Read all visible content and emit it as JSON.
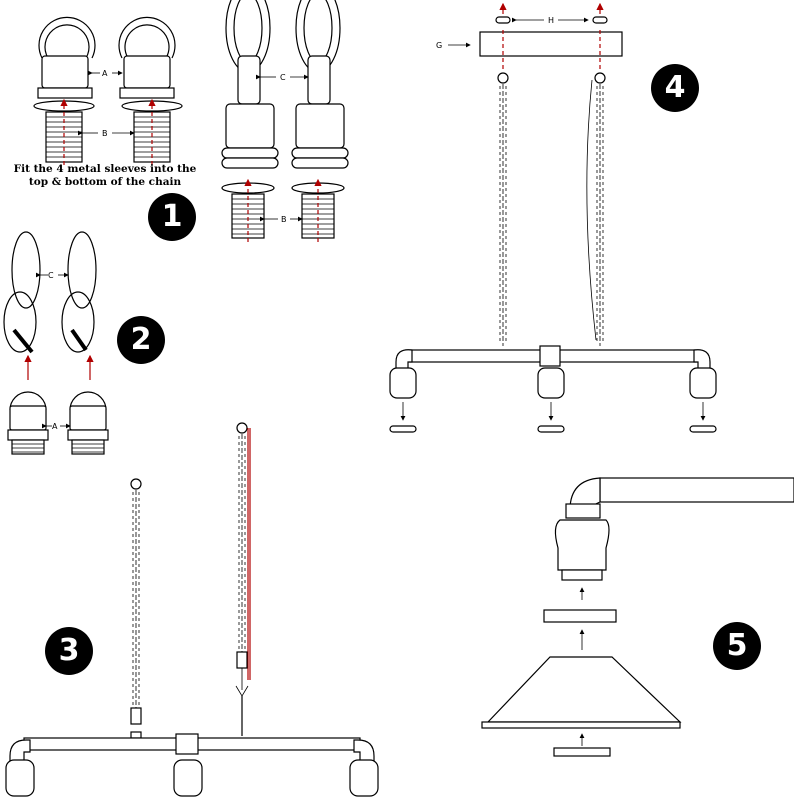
{
  "steps": [
    "1",
    "2",
    "3",
    "4",
    "5"
  ],
  "caption": {
    "line1": "Fit the 4 metal sleeves into the",
    "line2": "top & bottom of the chain"
  },
  "labels": {
    "A": "A",
    "B": "B",
    "C": "C",
    "G": "G",
    "H": "H"
  }
}
